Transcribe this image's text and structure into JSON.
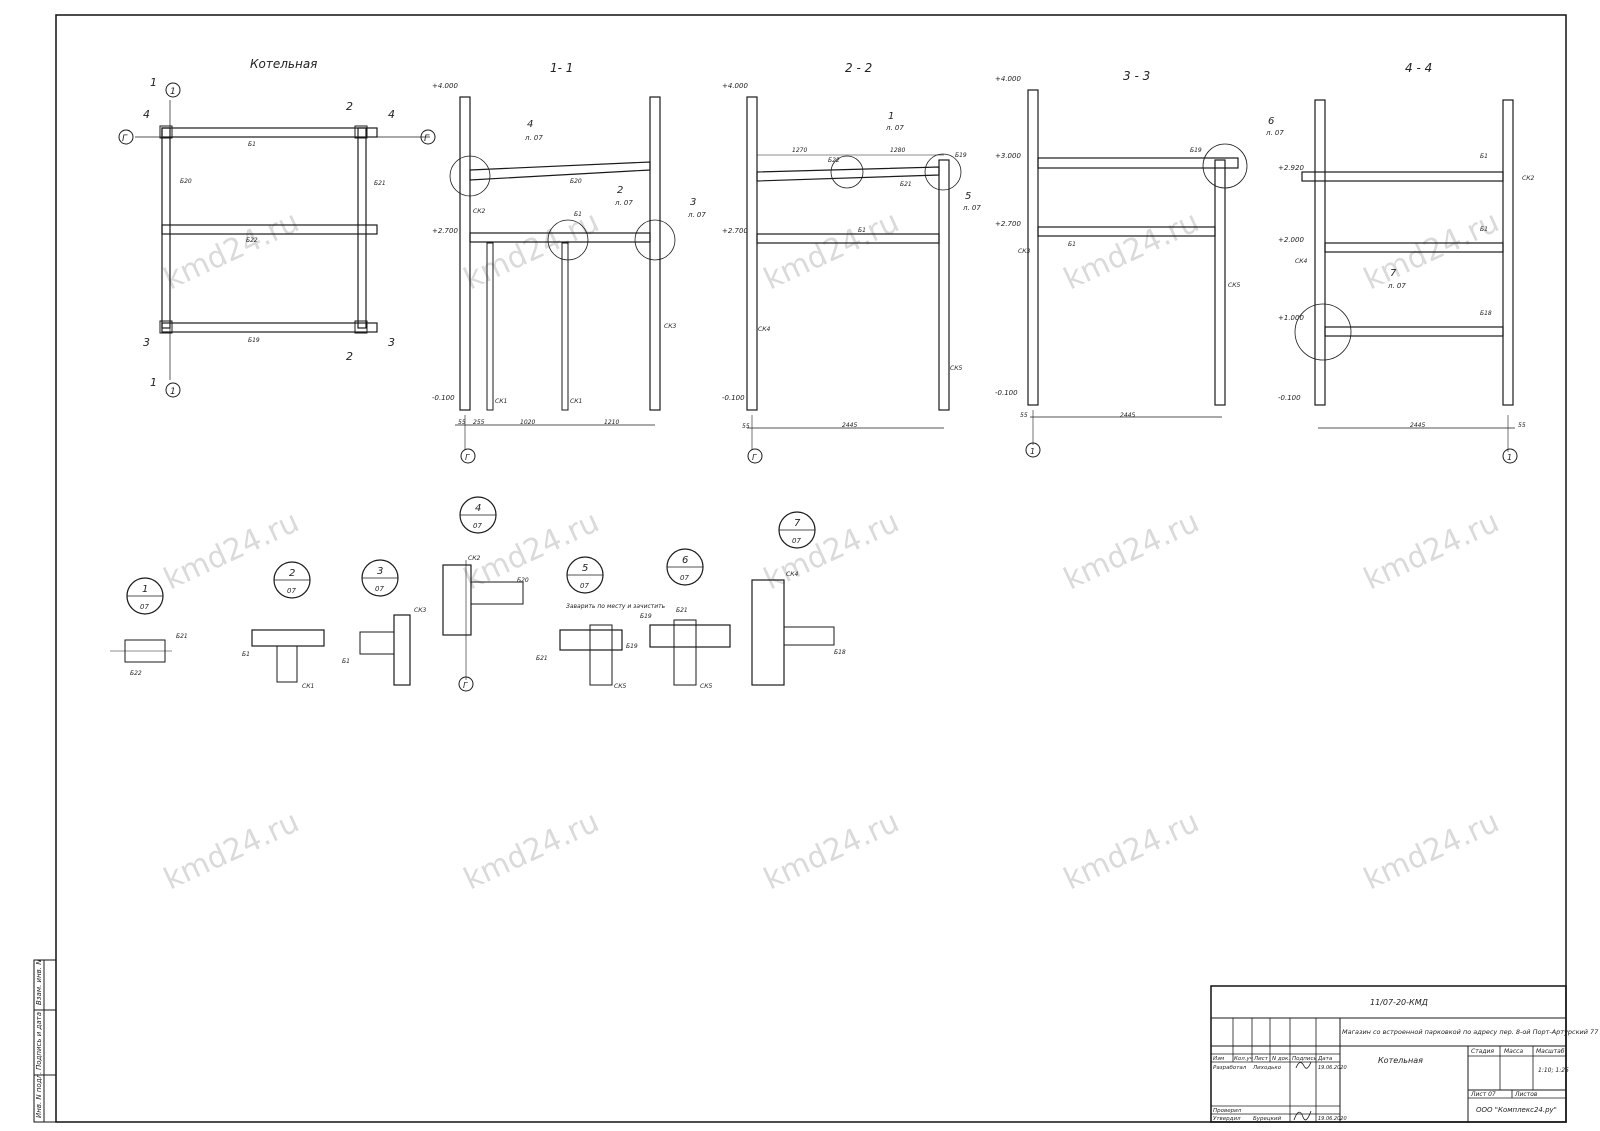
{
  "views": {
    "plan": {
      "title": "Котельная"
    },
    "s11": {
      "title": "1- 1"
    },
    "s22": {
      "title": "2 - 2"
    },
    "s33": {
      "title": "3 - 3"
    },
    "s44": {
      "title": "4 - 4"
    }
  },
  "plan_labels": {
    "cut1": "1",
    "cut2": "2",
    "cut3": "3",
    "cut4": "4",
    "axis_1": "1",
    "axis_g": "Г",
    "b1": "Б1",
    "b19": "Б19",
    "b20": "Б20",
    "b21": "Б21",
    "b22": "Б22"
  },
  "levels": {
    "p4000": "+4.000",
    "p3000": "+3.000",
    "p2920": "+2.920",
    "p2700": "+2.700",
    "p2000": "+2.000",
    "p1000": "+1.000",
    "m0100": "-0.100"
  },
  "dims": {
    "d55": "55",
    "d255": "255",
    "d1020": "1020",
    "d1210": "1210",
    "d2445": "2445",
    "d1270": "1270",
    "d1280": "1280"
  },
  "members": {
    "ck1": "СК1",
    "ck2": "СК2",
    "ck3": "СК3",
    "ck4": "СК4",
    "ck5": "СК5",
    "b1": "Б1",
    "b18": "Б18",
    "b19": "Б19",
    "b20": "Б20",
    "b21": "Б21",
    "b22": "Б22"
  },
  "callouts": {
    "n1": "1",
    "n2": "2",
    "n3": "3",
    "n4": "4",
    "n5": "5",
    "n6": "6",
    "n7": "7",
    "sheet_ref": "л. 07"
  },
  "nodes": {
    "sheet": "07",
    "n1": "1",
    "n2": "2",
    "n3": "3",
    "n4": "4",
    "n5": "5",
    "n6": "6",
    "n7": "7",
    "weld_note": "Заварить по месту и зачистить"
  },
  "stamp": {
    "code": "11/07-20-КМД",
    "project": "Магазин со встроенной парковкой по адресу пер. 8-ой Порт-Артурский 77",
    "sheet_title": "Котельная",
    "stage_h": "Стадия",
    "mass_h": "Масса",
    "scale_h": "Масштаб",
    "scale": "1:10; 1:25",
    "sheet_h": "Лист 07",
    "sheets_h": "Листов",
    "company": "ООО \"Комплекс24.ру\"",
    "col_izm": "Изм",
    "col_kol": "Кол.уч",
    "col_list": "Лист",
    "col_ndok": "N док.",
    "col_podp": "Подпись",
    "col_data": "Дата",
    "row_razrab": "Разработал",
    "name_razrab": "Лиходько",
    "date_razrab": "19.06.2020",
    "row_prov": "Проверил",
    "row_utv": "Утвердил",
    "name_utv": "Бурецкий",
    "date_utv": "19.06.2020",
    "side_inv": "Инв. N подл.",
    "side_podp": "Подпись и дата",
    "side_vzam": "Взам. инв. N"
  },
  "watermark": "kmd24.ru"
}
